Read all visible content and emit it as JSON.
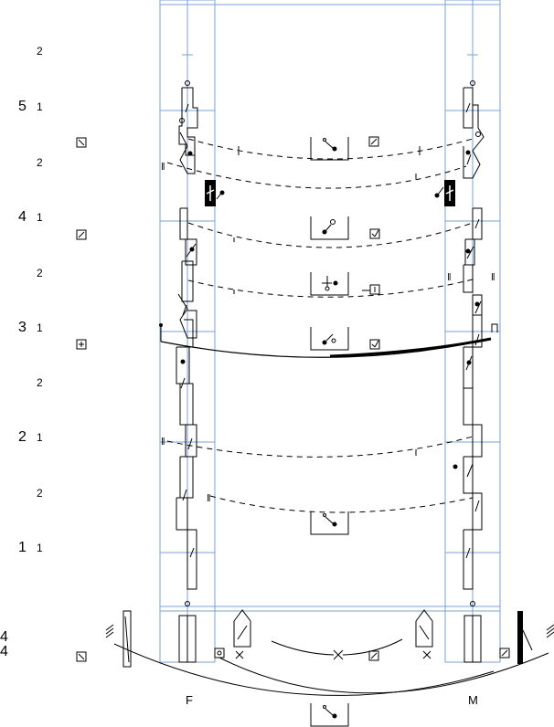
{
  "measures": [
    {
      "number": "5",
      "beats": [
        "2",
        "1"
      ]
    },
    {
      "number": "4",
      "beats": [
        "2",
        "1"
      ]
    },
    {
      "number": "3",
      "beats": [
        "2",
        "1"
      ]
    },
    {
      "number": "2",
      "beats": [
        "2",
        "1"
      ]
    },
    {
      "number": "1",
      "beats": [
        "2",
        "1"
      ]
    }
  ],
  "start_counts": [
    "4",
    "4"
  ],
  "columns": {
    "left": "F",
    "right": "M"
  }
}
